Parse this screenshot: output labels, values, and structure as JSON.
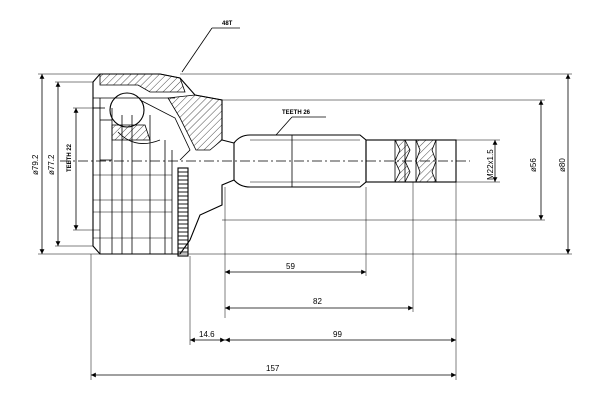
{
  "drawing": {
    "title": "CV joint outer dimension drawing",
    "callouts": {
      "abs_teeth": "48T",
      "spline_outer": "TEETH 26",
      "spline_inner": "TEETH 22"
    },
    "thread": "M22x1.5",
    "diameters": {
      "outer_housing": "ø79.2",
      "inner_bore": "ø77.2",
      "seal": "ø56",
      "overall": "ø80"
    },
    "lengths": {
      "shaft_59": "59",
      "shaft_82": "82",
      "abs_offset": "14.6",
      "to_end_99": "99",
      "overall_157": "157"
    }
  }
}
